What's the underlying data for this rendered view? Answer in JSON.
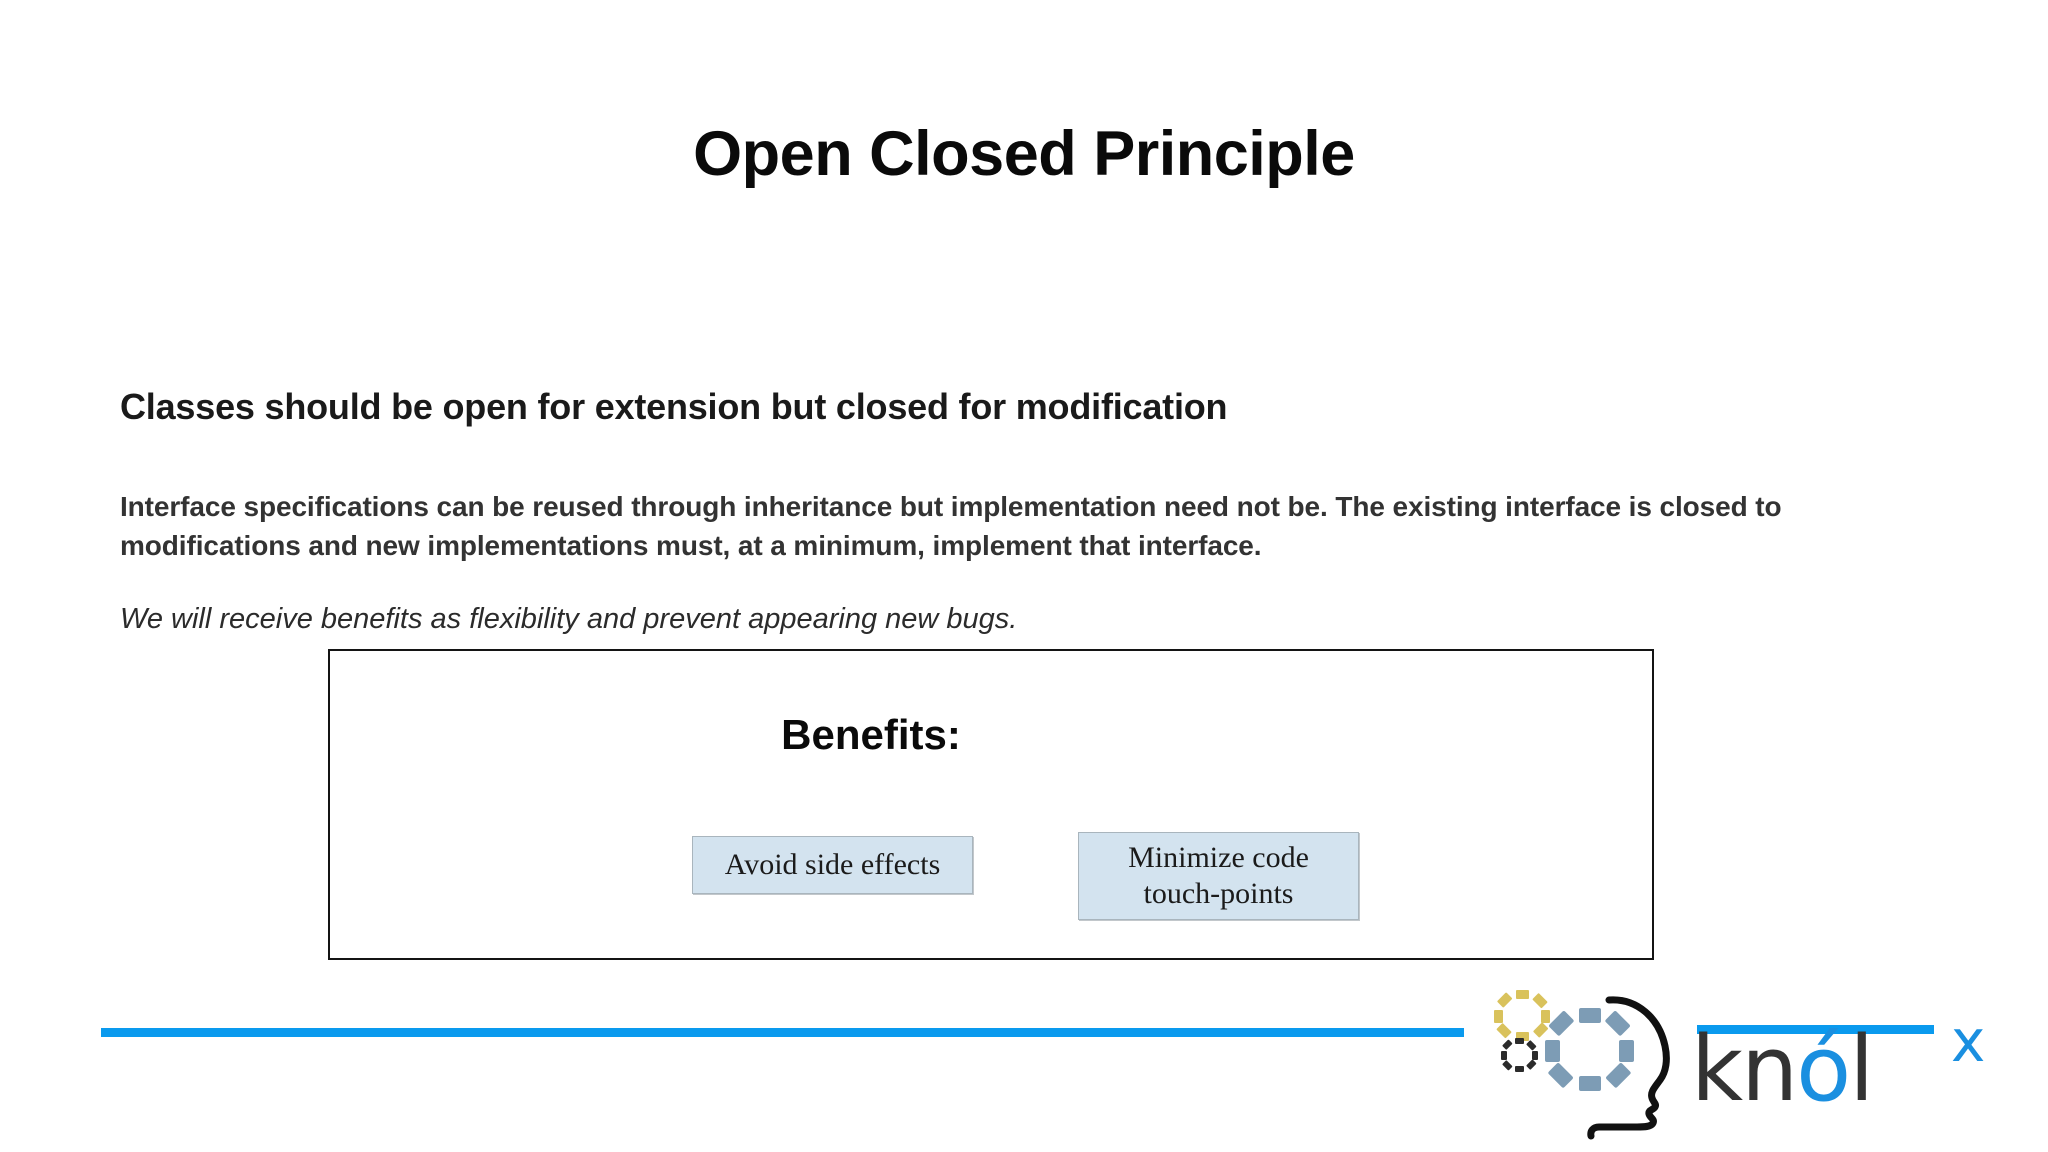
{
  "slide": {
    "title": "Open Closed Principle",
    "lead_statement": "Classes should be open for extension but closed for modification",
    "detail_paragraph": "Interface specifications can be reused through inheritance but implementation need not be. The existing interface is closed to modifications and new implementations must, at a minimum, implement that interface.",
    "benefit_note": "We will receive benefits as flexibility and prevent appearing new bugs.",
    "benefits": {
      "heading": "Benefits:",
      "items": [
        {
          "label": "Avoid side effects",
          "line1": "Avoid side effects",
          "line2": ""
        },
        {
          "label": "Minimize code touch-points",
          "line1": "Minimize code",
          "line2": "touch-points"
        }
      ]
    }
  },
  "footer": {
    "logo": {
      "word_prefix": "kn",
      "word_accent": "ó",
      "word_suffix": "l",
      "superscript": "x",
      "mark_name": "head-profile-with-network-rings"
    }
  },
  "colors": {
    "accent_blue": "#0a9aee",
    "logo_blue": "#1a8fe0",
    "chip_fill": "#d3e3ef",
    "chip_border": "#a9b5bd",
    "frame_border": "#141414",
    "logo_dark": "#333333",
    "ring_yellow": "#d9c25c",
    "ring_blue_gray": "#7d9cb5",
    "ring_dark": "#2b2b2b"
  }
}
